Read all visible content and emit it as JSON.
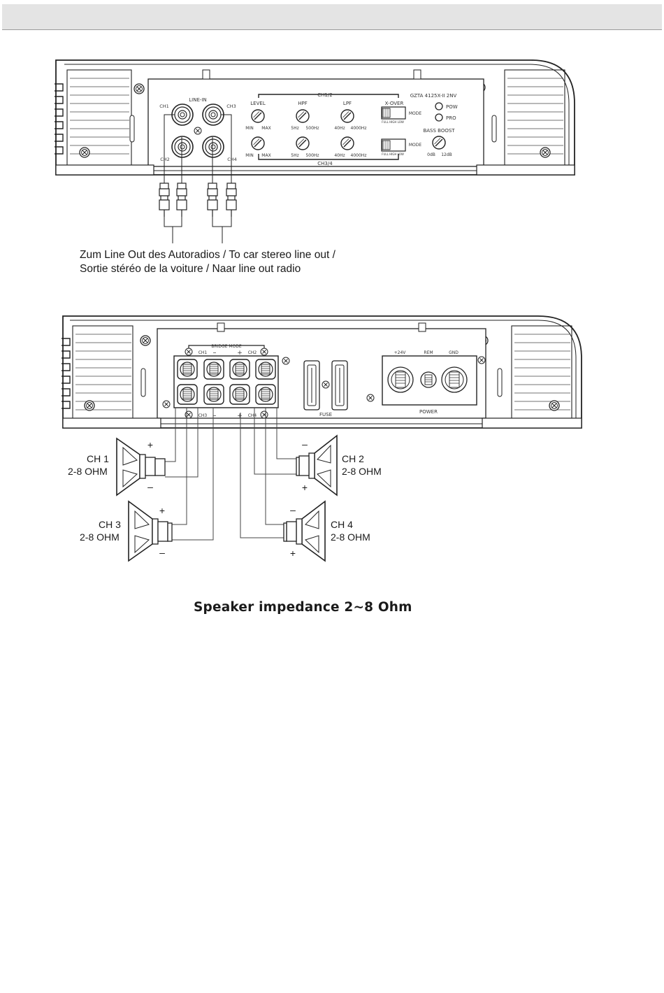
{
  "amp_top": {
    "model": "GZTA 4125X-II 2NV",
    "line_in_title": "LINE-IN",
    "inputs": [
      "CH1",
      "CH3",
      "CH2",
      "CH4"
    ],
    "ch12_label": "CH1/2",
    "ch34_label": "CH3/4",
    "level_label": "LEVEL",
    "hpf_label": "HPF",
    "lpf_label": "LPF",
    "xover_label": "X-OVER",
    "mode_label": "MODE",
    "pow_label": "POW",
    "pro_label": "PRO",
    "bass_boost_label": "BASS BOOST",
    "level_range": [
      "MIN",
      "MAX"
    ],
    "hpf_range": [
      "5Hz",
      "500Hz"
    ],
    "lpf_range": [
      "40Hz",
      "4000Hz"
    ],
    "bass_range": [
      "0dB",
      "12dB"
    ],
    "switch_positions": "FULL HIGH LOW"
  },
  "input_caption": {
    "line1": "Zum Line Out des Autoradios / To car stereo line out /",
    "line2": "Sortie stéréo de la voiture / Naar line out radio"
  },
  "amp_bottom": {
    "bridge_mode": "BRIDGE MODE",
    "ch1": "CH1",
    "ch2": "CH2",
    "ch3": "CH3",
    "ch4": "CH4",
    "fuse": "FUSE",
    "power": "POWER",
    "power_terminals": [
      "+24V",
      "REM",
      "GND"
    ]
  },
  "speakers": [
    {
      "name": "CH 1",
      "impedance": "2-8 OHM",
      "top_sign": "+",
      "bottom_sign": "–"
    },
    {
      "name": "CH 2",
      "impedance": "2-8 OHM",
      "top_sign": "–",
      "bottom_sign": "+"
    },
    {
      "name": "CH 3",
      "impedance": "2-8 OHM",
      "top_sign": "+",
      "bottom_sign": "–"
    },
    {
      "name": "CH 4",
      "impedance": "2-8 OHM",
      "top_sign": "–",
      "bottom_sign": "+"
    }
  ],
  "footer_caption": "Speaker impedance 2~8 Ohm"
}
